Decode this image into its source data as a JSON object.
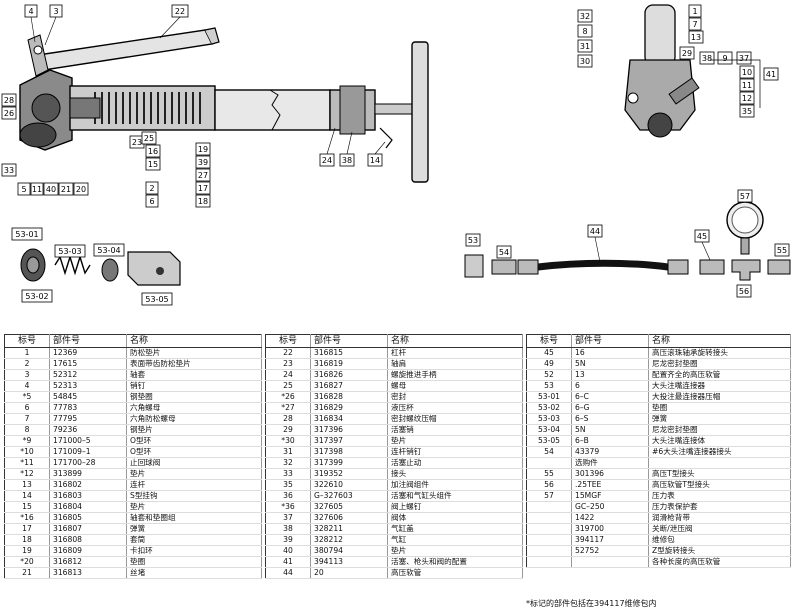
{
  "callouts_exploded": [
    "4",
    "3",
    "22",
    "28",
    "26",
    "33",
    "5",
    "11",
    "40",
    "21",
    "20",
    "23",
    "25",
    "16",
    "15",
    "39",
    "27",
    "17",
    "18",
    "2",
    "6",
    "19",
    "24",
    "38",
    "14"
  ],
  "callouts_valve": [
    "32",
    "8",
    "31",
    "30",
    "1",
    "7",
    "13",
    "29",
    "38",
    "9",
    "37",
    "41",
    "10",
    "11",
    "12",
    "35"
  ],
  "callouts_parts": [
    "53-01",
    "53-02",
    "53-03",
    "53-04",
    "53-05",
    "53",
    "54",
    "44",
    "45",
    "57",
    "55",
    "56"
  ],
  "tables": [
    {
      "header": [
        "标号",
        "部件号",
        "名称"
      ],
      "rows": [
        [
          "1",
          "12369",
          "防松垫片"
        ],
        [
          "2",
          "17615",
          "表面带齿防松垫片"
        ],
        [
          "3",
          "52312",
          "轴套"
        ],
        [
          "4",
          "52313",
          "销钉"
        ],
        [
          "*5",
          "54845",
          "钢垫圈"
        ],
        [
          "6",
          "77783",
          "六角螺母"
        ],
        [
          "7",
          "77795",
          "六角防松螺母"
        ],
        [
          "8",
          "79236",
          "钢垫片"
        ],
        [
          "*9",
          "171000–5",
          "O型环"
        ],
        [
          "*10",
          "171009–1",
          "O型环"
        ],
        [
          "*11",
          "171700–28",
          "止回球阀"
        ],
        [
          "*12",
          "313899",
          "垫片"
        ],
        [
          "13",
          "316802",
          "连杆"
        ],
        [
          "14",
          "316803",
          "S型挂钩"
        ],
        [
          "15",
          "316804",
          "垫片"
        ],
        [
          "*16",
          "316805",
          "轴套和垫圈组"
        ],
        [
          "17",
          "316807",
          "弹簧"
        ],
        [
          "18",
          "316808",
          "套筒"
        ],
        [
          "19",
          "316809",
          "卡扣环"
        ],
        [
          "*20",
          "316812",
          "垫圈"
        ],
        [
          "21",
          "316813",
          "丝堵"
        ]
      ]
    },
    {
      "header": [
        "标号",
        "部件号",
        "名称"
      ],
      "rows": [
        [
          "22",
          "316815",
          "杠杆"
        ],
        [
          "23",
          "316819",
          "轴肩"
        ],
        [
          "24",
          "316826",
          "螺旋推进手柄"
        ],
        [
          "25",
          "316827",
          "螺母"
        ],
        [
          "*26",
          "316828",
          "密封"
        ],
        [
          "*27",
          "316829",
          "液压杯"
        ],
        [
          "28",
          "316834",
          "密封螺纹压帽"
        ],
        [
          "29",
          "317396",
          "活塞销"
        ],
        [
          "*30",
          "317397",
          "垫片"
        ],
        [
          "31",
          "317398",
          "连杆销钉"
        ],
        [
          "32",
          "317399",
          "活塞止动"
        ],
        [
          "33",
          "319352",
          "接头"
        ],
        [
          "35",
          "322610",
          "加注阀组件"
        ],
        [
          "36",
          "G–327603",
          "活塞和气缸头组件"
        ],
        [
          "*36",
          "327605",
          "阀上螺钉"
        ],
        [
          "37",
          "327606",
          "阀体"
        ],
        [
          "38",
          "328211",
          "气缸盖"
        ],
        [
          "39",
          "328212",
          "气缸"
        ],
        [
          "40",
          "380794",
          "垫片"
        ],
        [
          "41",
          "394113",
          "活塞、枪头和阀的配置"
        ],
        [
          "44",
          "20",
          "高压软管"
        ]
      ]
    },
    {
      "header": [
        "标号",
        "部件号",
        "名称"
      ],
      "rows": [
        [
          "45",
          "16",
          "高压滚珠轴承旋转接头"
        ],
        [
          "49",
          "5N",
          "尼龙密封垫圈"
        ],
        [
          "52",
          "13",
          "配置齐全的高压软管"
        ],
        [
          "53",
          "6",
          "大头注嘴连接器"
        ],
        [
          "53-01",
          "6–C",
          "大投注最连接器压帽"
        ],
        [
          "53-02",
          "6–G",
          "垫圈"
        ],
        [
          "53-03",
          "6–S",
          "弹簧"
        ],
        [
          "53-04",
          "5N",
          "尼龙密封垫圈"
        ],
        [
          "53-05",
          "6–B",
          "大头注嘴连接体"
        ],
        [
          "54",
          "43379",
          "#6大头注嘴连接器接头"
        ],
        [
          "",
          "选购件",
          ""
        ],
        [
          "55",
          "301396",
          "高压T型接头"
        ],
        [
          "56",
          ".25TEE",
          "高压软管T型接头"
        ],
        [
          "57",
          "15MGF",
          "压力表"
        ],
        [
          "",
          "GC–250",
          "压力表保护套"
        ],
        [
          "",
          "1422",
          "润滑枪背带"
        ],
        [
          "",
          "319700",
          "关断/泄压阀"
        ],
        [
          "",
          "394117",
          "维修包"
        ],
        [
          "",
          "52752",
          "Z型旋转接头"
        ],
        [
          "",
          "",
          "各种长度的高压软管"
        ]
      ]
    }
  ],
  "footnote": "*标记的部件包括在394117维修包内"
}
